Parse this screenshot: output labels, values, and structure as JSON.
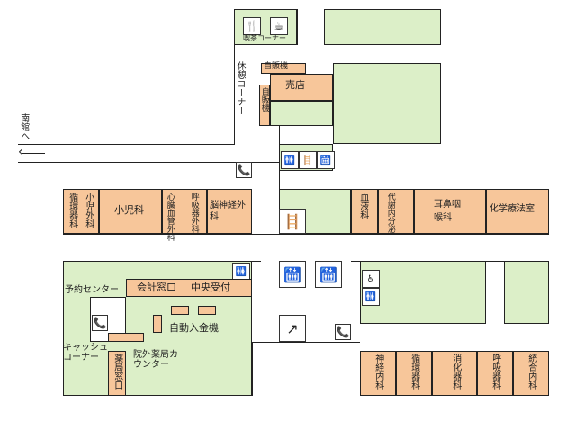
{
  "map": {
    "direction": {
      "label": "南館へ"
    },
    "rooms": {
      "cafe": "喫茶コーナー",
      "vending_top": "自販機",
      "vending_side": "自販機",
      "shop": "売店",
      "rest_corner": "休憩コーナー",
      "pediatric_surgery": "小児外科",
      "circulatory_left": "循環器科",
      "pediatrics": "小児科",
      "cardio_surgery": "心臓血管外科",
      "resp_surgery": "呼吸器外科",
      "neurosurgery": "脳神経外科",
      "hematology": "血液科",
      "endocrine": "代謝内分泌",
      "ent": "耳鼻咽喉科",
      "chem_therapy": "化学療法室",
      "reservation": "予約センター",
      "cashier_corner": "キャッシュコーナー",
      "accounting": "会計窓口",
      "central_reception": "中央受付",
      "auto_payment": "自動入金機",
      "pharmacy_window": "薬局窓口",
      "outpatient_pharmacy": "院外薬局カウンター",
      "neurology": "神経内科",
      "circulatory_right": "循環器科",
      "gastro": "消化器科",
      "respiratory": "呼吸器科",
      "integrated_medicine": "統合内科"
    },
    "icons": {
      "restaurant": "restaurant-icon",
      "coffee": "coffee-icon",
      "restroom": "restroom-icon",
      "phone": "phone-icon",
      "elevator": "elevator-icon",
      "escalator": "escalator-icon",
      "stairs": "stairs-icon",
      "wheelchair": "wheelchair-icon"
    },
    "colors": {
      "green": "#dcefc8",
      "orange": "#f7c69a",
      "outline": "#222222"
    }
  }
}
